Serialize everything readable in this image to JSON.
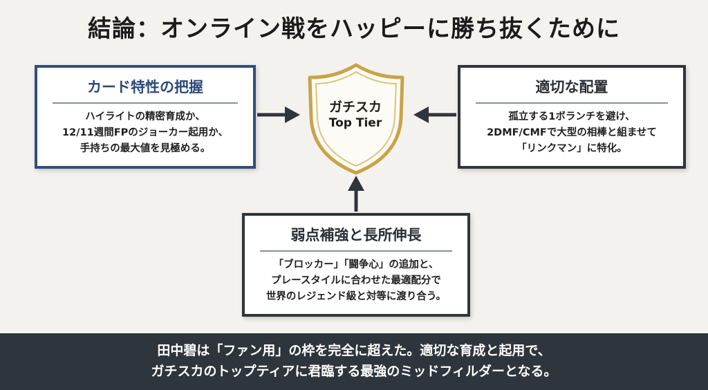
{
  "title": "結論：オンライン戦をハッピーに勝ち抜くために",
  "center": {
    "line1": "ガチスカ",
    "line2": "Top Tier"
  },
  "cards": {
    "left": {
      "title": "カード特性の把握",
      "lines": [
        "ハイライトの精密育成か、",
        "12/11週間FPのジョーカー起用か、",
        "手持ちの最大値を見極める。"
      ]
    },
    "right": {
      "title": "適切な配置",
      "lines": [
        "孤立する1ボランチを避け、",
        "2DMF/CMFで大型の相棒と組ませて",
        "「リンクマン」に特化。"
      ]
    },
    "bottom": {
      "title": "弱点補強と長所伸長",
      "lines": [
        "「ブロッカー」「闘争心」の追加と、",
        "プレースタイルに合わせた最適配分で",
        "世界のレジェンド級と対等に渡り合う。"
      ]
    }
  },
  "banner": {
    "line1": "田中碧は「ファン用」の枠を完全に超えた。適切な育成と起用で、",
    "line2": "ガチスカのトップティアに君臨する最強のミッドフィルダーとなる。"
  },
  "colors": {
    "blue_border": "#30507a",
    "dark_border": "#2f353d",
    "gold": "#c8a44a",
    "banner_bg": "#2f353d"
  },
  "icons": [
    "shield-icon",
    "arrow-right-icon",
    "arrow-left-icon",
    "arrow-up-icon"
  ]
}
